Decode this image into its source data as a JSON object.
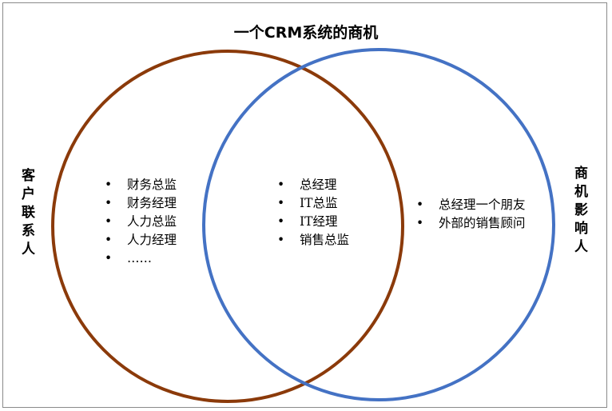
{
  "title": "一个CRM系统的商机",
  "left_label": "客户联系人",
  "right_label": "商机影响人",
  "left_items": [
    "财务总监",
    "财务经理",
    "人力总监",
    "人力经理",
    "……"
  ],
  "center_items": [
    "总经理",
    "IT总监",
    "IT经理",
    "销售总监"
  ],
  "right_items": [
    "总经理一个朋友",
    "外部的销售顾问"
  ],
  "colors": {
    "left_circle": "#8b3a0a",
    "right_circle": "#4472c4"
  }
}
